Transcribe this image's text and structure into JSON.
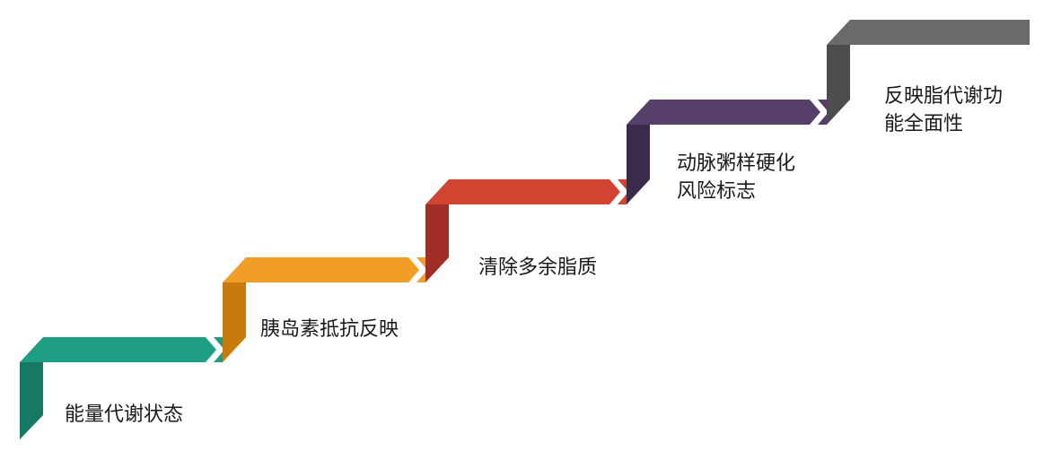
{
  "steps": [
    {
      "label": "能量代谢状态",
      "color": "#1f9e83",
      "shade": "#167a63"
    },
    {
      "label": "胰岛素抵抗反映",
      "color": "#f09e27",
      "shade": "#c97a0d"
    },
    {
      "label": "清除多余脂质",
      "color": "#d24432",
      "shade": "#a02e26"
    },
    {
      "label": "动脉粥样硬化\n风险标志",
      "color": "#56406a",
      "shade": "#3a2b4b"
    },
    {
      "label": "反映脂代谢功\n能全面性",
      "color": "#6a6a6a",
      "shade": "#4d4d4d"
    }
  ]
}
